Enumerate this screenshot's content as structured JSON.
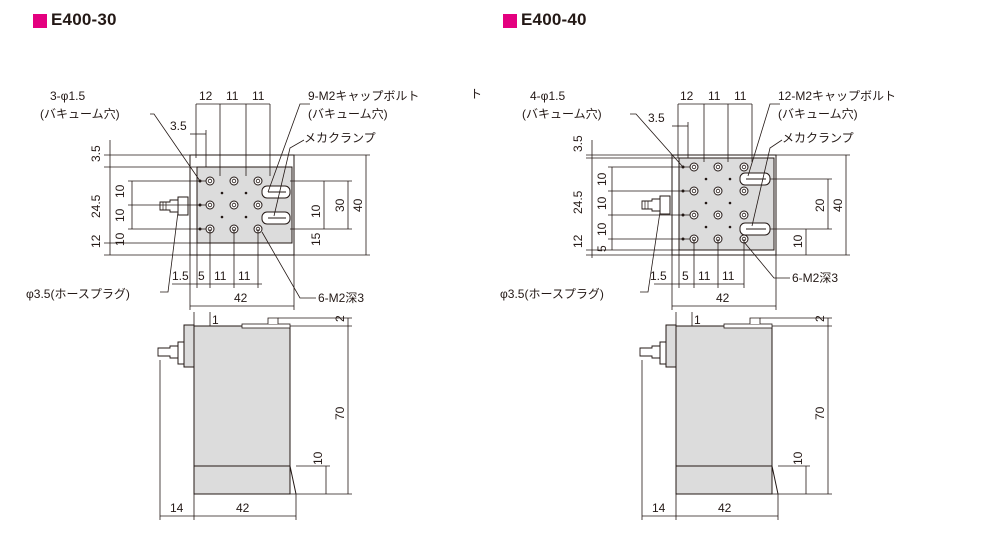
{
  "brand_color": "#e4007f",
  "left": {
    "title": "E400-30",
    "callouts": {
      "vacuum_holes": "3-φ1.5",
      "vacuum_holes_note": "(バキューム穴)",
      "cap_bolts": "9-M2キャップボルト",
      "cap_bolts_note": "(バキューム穴)",
      "clamp": "メカクランプ",
      "hose_plug": "φ3.5(ホースプラグ)",
      "tapped": "6-M2深3"
    },
    "dims": {
      "top1": "12",
      "top2": "11",
      "top3": "11",
      "offset": "3.5",
      "v_top": "3.5",
      "v_mid_a": "10",
      "v_mid_b": "10",
      "v_total": "24.5",
      "v_low_a": "10",
      "v_bottom": "12",
      "r_inner_a": "10",
      "r_inner_b": "15",
      "r_mid": "30",
      "r_outer": "40",
      "b1": "1.5",
      "b2": "5",
      "b3": "11",
      "b4": "11",
      "width": "42",
      "side_top": "1",
      "side_gap": "2",
      "height": "70",
      "base": "10",
      "flange": "14",
      "side_width": "42"
    }
  },
  "right": {
    "title": "E400-40",
    "callouts": {
      "vacuum_holes": "4-φ1.5",
      "vacuum_holes_note": "(バキューム穴)",
      "cap_bolts": "12-M2キャップボルト",
      "cap_bolts_note": "(バキューム穴)",
      "clamp": "メカクランプ",
      "hose_plug": "φ3.5(ホースプラグ)",
      "tapped": "6-M2深3",
      "stray": "ト"
    },
    "dims": {
      "top1": "12",
      "top2": "11",
      "top3": "11",
      "offset": "3.5",
      "v_top": "3.5",
      "v_mid_a": "10",
      "v_mid_b": "10",
      "v_total": "24.5",
      "v_low_a": "10",
      "v_low_b": "5",
      "v_bottom": "12",
      "r_inner_a": "10",
      "r_mid": "20",
      "r_outer": "40",
      "b1": "1.5",
      "b2": "5",
      "b3": "11",
      "b4": "11",
      "width": "42",
      "side_top": "1",
      "side_gap": "2",
      "height": "70",
      "base": "10",
      "flange": "14",
      "side_width": "42"
    }
  }
}
